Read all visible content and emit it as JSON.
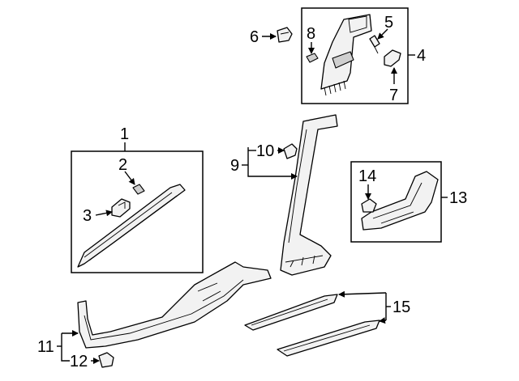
{
  "callouts": {
    "c1": "1",
    "c2": "2",
    "c3": "3",
    "c4": "4",
    "c5": "5",
    "c6": "6",
    "c7": "7",
    "c8": "8",
    "c9": "9",
    "c10": "10",
    "c11": "11",
    "c12": "12",
    "c13": "13",
    "c14": "14",
    "c15": "15"
  },
  "colors": {
    "line": "#000000",
    "part_fill": "#f2f2f2",
    "shade": "#cfcfcf",
    "background": "#ffffff"
  }
}
